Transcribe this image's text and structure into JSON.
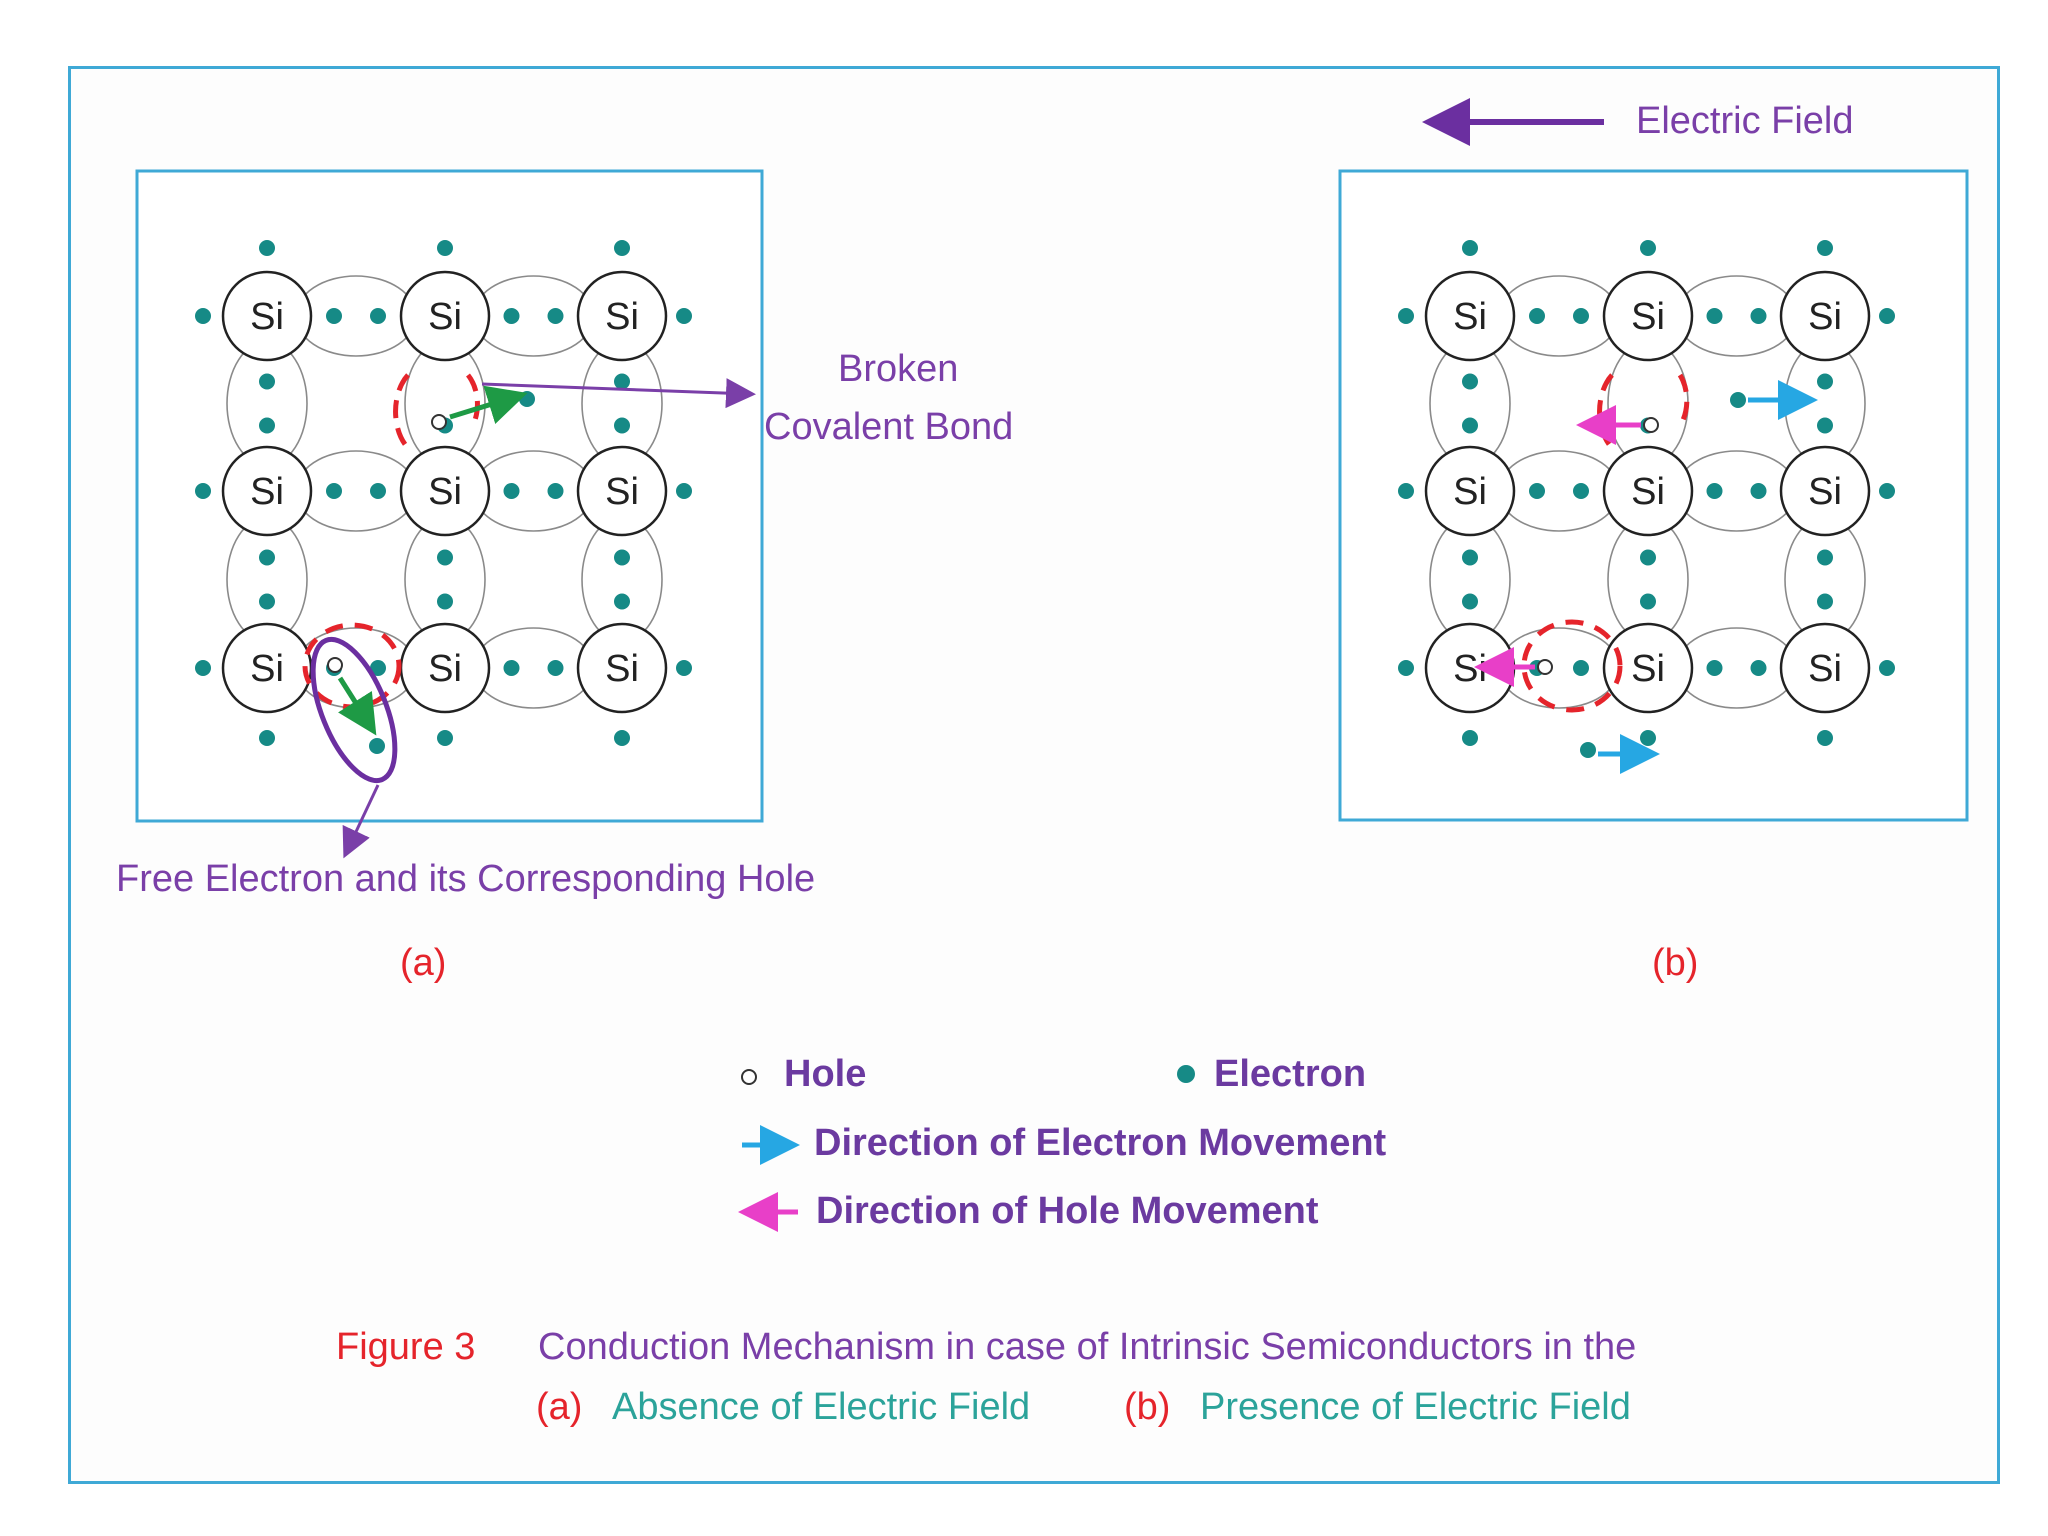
{
  "panel_a": {
    "label": "(a)",
    "annotation_broken_line1": "Broken",
    "annotation_broken_line2": "Covalent Bond",
    "annotation_free_electron": "Free Electron and its Corresponding Hole"
  },
  "panel_b": {
    "label": "(b)",
    "electric_field_label": "Electric Field"
  },
  "atom_label": "Si",
  "legend": {
    "hole": "Hole",
    "electron": "Electron",
    "electron_movement": "Direction of Electron Movement",
    "hole_movement": "Direction of Hole Movement"
  },
  "caption": {
    "figure_number": "Figure 3",
    "title": "Conduction Mechanism in case of Intrinsic Semiconductors in the",
    "part_a_tag": "(a)",
    "part_a_text": "Absence of Electric Field",
    "part_b_tag": "(b)",
    "part_b_text": "Presence of Electric Field"
  },
  "colors": {
    "border": "#3fa9d6",
    "electron": "#168a86",
    "hole_arrow": "#e83fc8",
    "electron_arrow": "#26a7e3",
    "green_arrow": "#1e9a45",
    "broken_bond": "#e5242b",
    "annotation": "#7a3fa8",
    "field_arrow": "#6b2fa0"
  }
}
